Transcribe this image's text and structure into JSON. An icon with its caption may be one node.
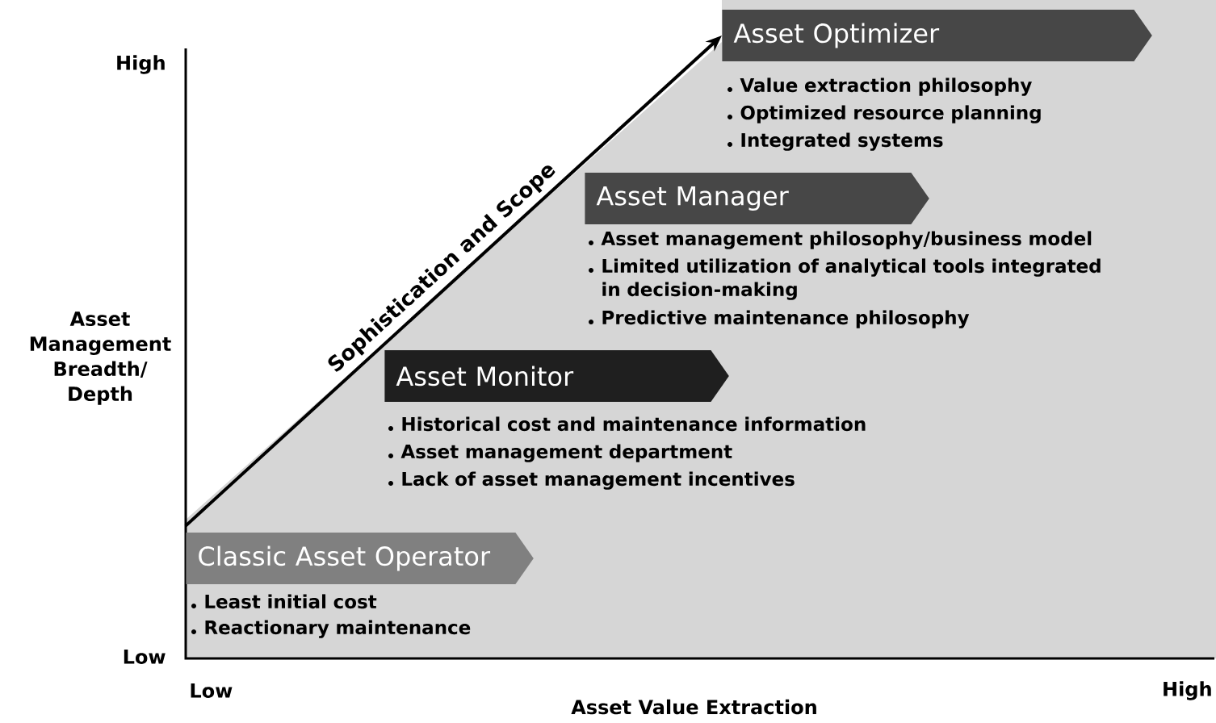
{
  "diagram": {
    "nodes": [
      {
        "text": [
          "Asset Optimizer"
        ],
        "beside": [
          "Value extraction philosophy",
          "Optimized resource planning",
          "Integrated systems"
        ]
      },
      {
        "text": [
          "Asset Manager"
        ],
        "beside": [
          "Asset management philosophy/business model",
          "Limited utilization of analytical tools integrated in decision-making",
          "Predictive maintenance philosophy"
        ]
      },
      {
        "text": [
          "Asset Monitor"
        ],
        "beside": [
          "Historical cost and maintenance information",
          "Asset management department",
          "Lack of asset management incentives"
        ]
      },
      {
        "text": [
          "Classic Asset Operator"
        ],
        "beside": [
          "Least initial cost",
          "Reactionary maintenance"
        ]
      }
    ],
    "edges": [
      {
        "from": 3,
        "to": 0,
        "arrow": "to",
        "label": "Sophistication and Scope"
      }
    ],
    "labels": [
      "High",
      "Asset Management Breadth/ Depth",
      "Low",
      "Low",
      "Asset Value Extraction",
      "High"
    ]
  }
}
